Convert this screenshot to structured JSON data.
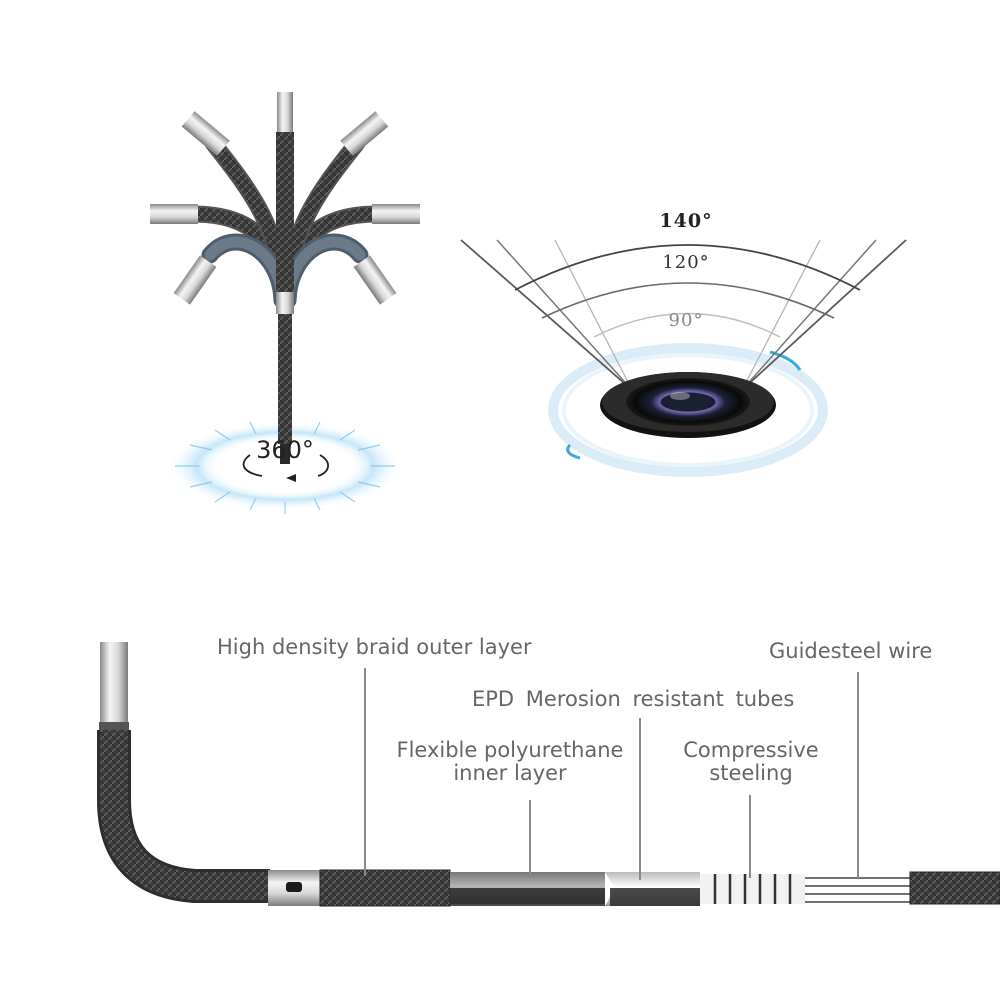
{
  "angles": {
    "wide": "140°",
    "medium": "120°",
    "narrow": "90°"
  },
  "rotation_label": "360°",
  "callouts": {
    "braid": "High density braid outer layer",
    "epd": "EPD  Merosion  resistant  tubes",
    "guidesteel": "Guidesteel  wire",
    "polyurethane_line1": "Flexible polyurethane",
    "polyurethane_line2": "inner layer",
    "compressive_line1": "Compressive",
    "compressive_line2": "steeling"
  },
  "colors": {
    "accent_blue": "#3aa9e0",
    "braid_dark": "#3a3a3a",
    "steel": "#c9c9c9",
    "callout_text": "#666666"
  }
}
